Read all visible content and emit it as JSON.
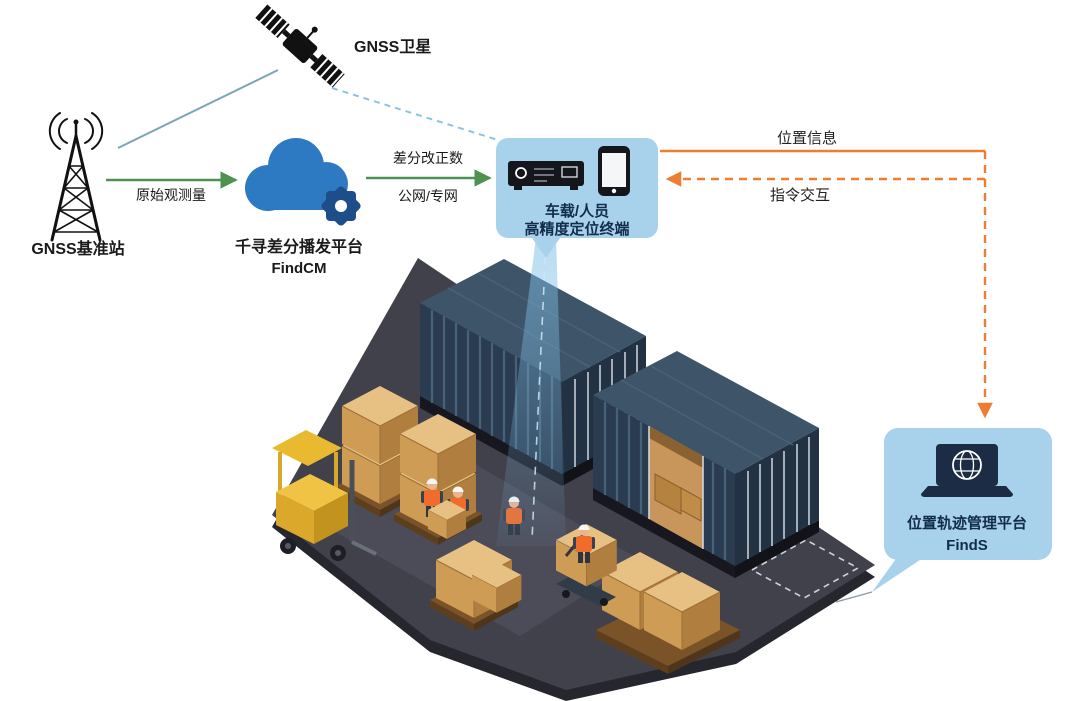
{
  "nodes": {
    "satellite": {
      "label": "GNSS卫星",
      "icon": "satellite-icon"
    },
    "base_station": {
      "label": "GNSS基准站",
      "icon": "antenna-tower-icon"
    },
    "cloud_platform": {
      "label": "千寻差分播发平台",
      "product": "FindCM",
      "icon": "cloud-gear-icon"
    },
    "terminal": {
      "label_line1": "车载/人员",
      "label_line2": "高精度定位终端",
      "icons": [
        "receiver-icon",
        "smartphone-icon"
      ]
    },
    "management_platform": {
      "label": "位置轨迹管理平台",
      "product": "FindS",
      "icon": "laptop-globe-icon"
    }
  },
  "flows": {
    "raw_observation": {
      "label": "原始观测量"
    },
    "differential_correction": {
      "label_line1": "差分改正数",
      "label_line2": "公网/专网"
    },
    "position_info": {
      "label": "位置信息"
    },
    "command_interaction": {
      "label": "指令交互"
    }
  },
  "colors": {
    "cloud_blue": "#2E7AC2",
    "gear_blue": "#1D4E89",
    "panel_blue": "#A8D2EC",
    "arrow_green": "#4E9150",
    "arrow_orange": "#ED7D31",
    "satellite_link": "#7AA6B8",
    "satellite_dashed": "#8CC3DE",
    "text_dark": "#1A1A1A",
    "node_text": "#122C4B"
  }
}
